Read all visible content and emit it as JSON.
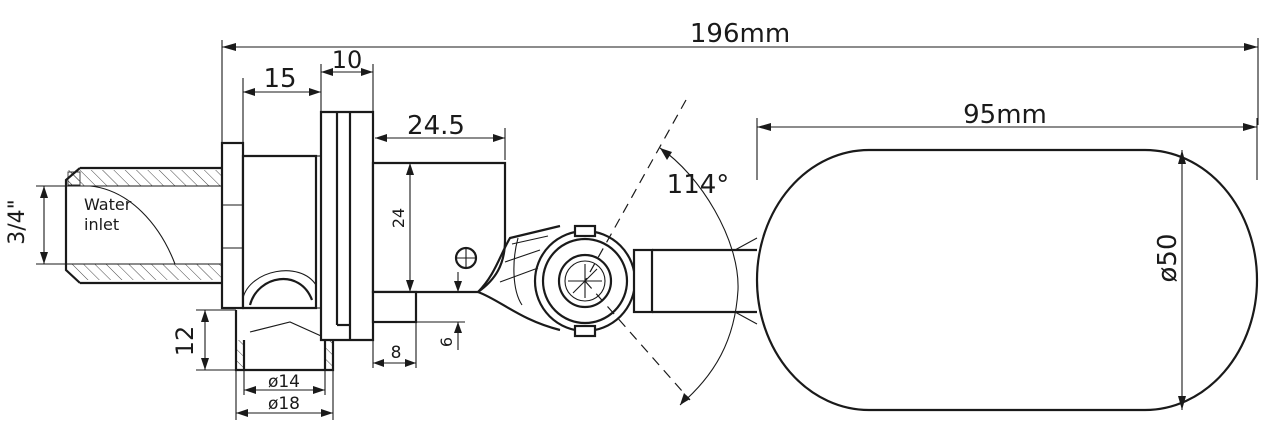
{
  "dimensions": {
    "overall_length": "196mm",
    "nut_width": "15",
    "flange_width": "10",
    "body_length": "24.5",
    "body_height": "24",
    "thread_size": "3/4\"",
    "outlet_length": "12",
    "outlet_inner_diameter": "ø14",
    "outlet_outer_diameter": "ø18",
    "step_width": "8",
    "step_height": "6",
    "arm_angle": "114°",
    "float_length": "95mm",
    "float_diameter": "ø50"
  },
  "labels": {
    "inlet_line1": "Water",
    "inlet_line2": "inlet"
  }
}
